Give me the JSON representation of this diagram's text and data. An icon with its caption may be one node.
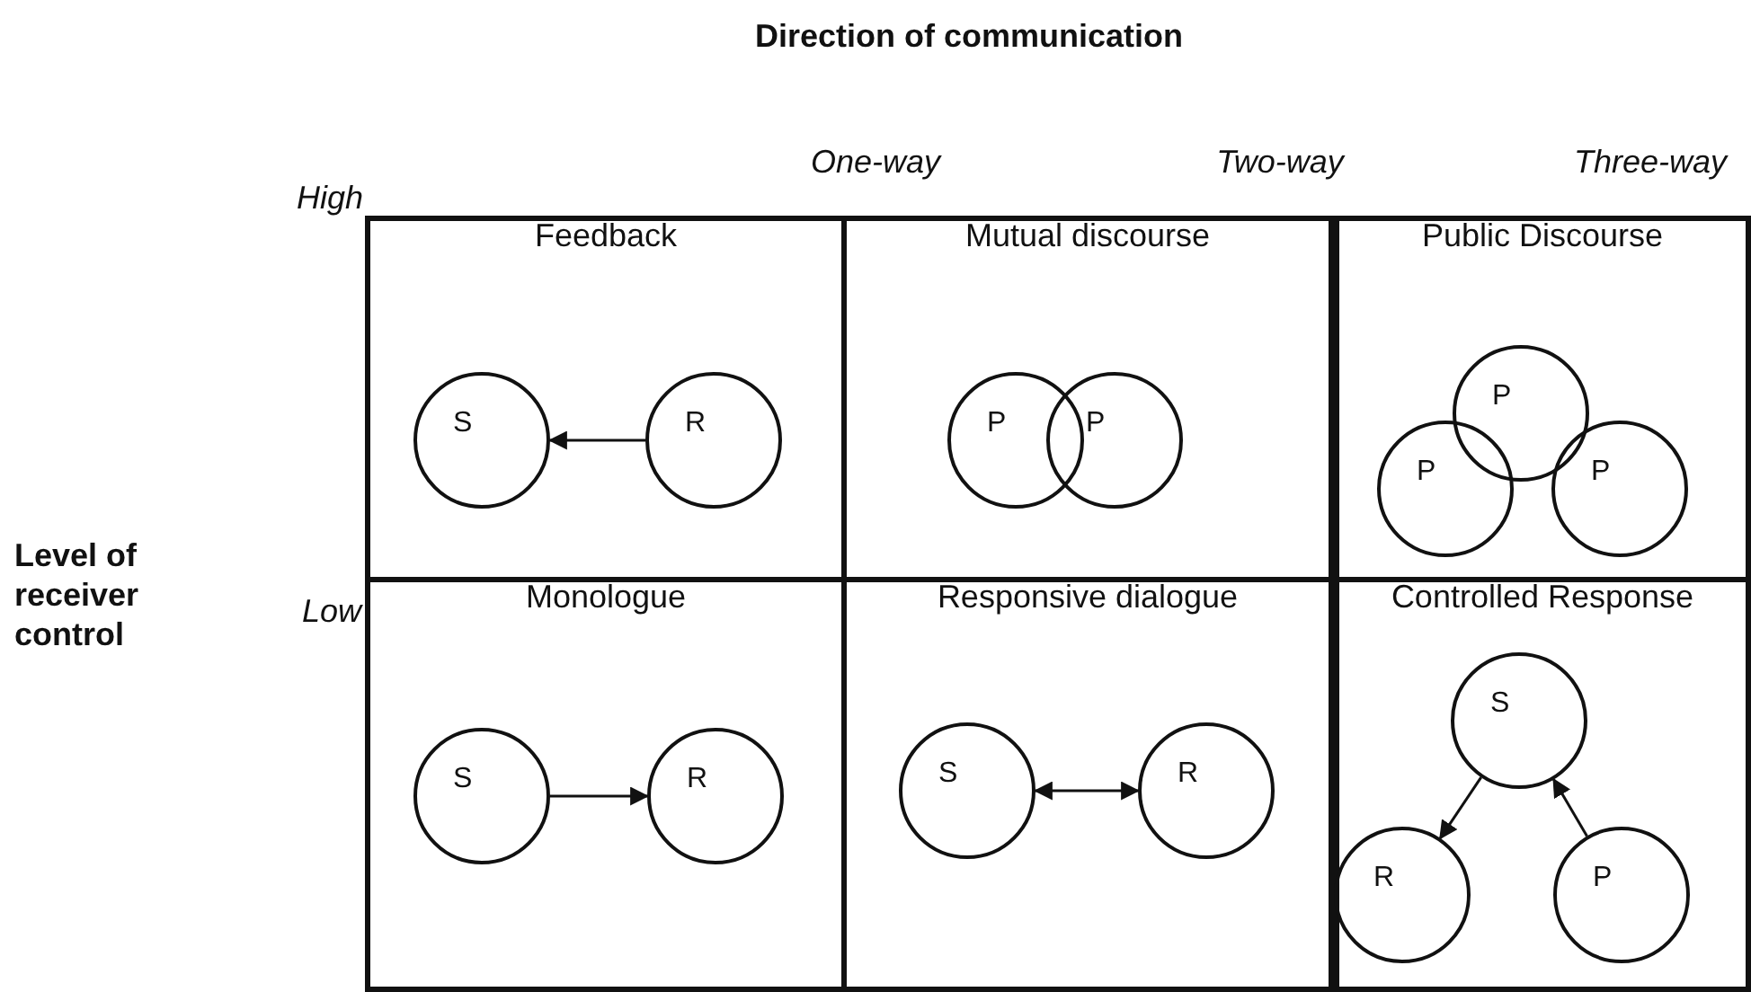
{
  "diagram": {
    "title": "Direction of communication",
    "nodes": [
      {
        "text": [
          "Feedback"
        ]
      },
      {
        "text": [
          "S"
        ],
        "in": 0
      },
      {
        "text": [
          "R"
        ],
        "in": 0
      },
      {
        "text": [
          "Mutual discourse"
        ]
      },
      {
        "text": [
          "P"
        ],
        "in": 3
      },
      {
        "text": [
          "P"
        ],
        "in": 3
      },
      {
        "text": [
          "Public Discourse"
        ]
      },
      {
        "text": [
          "P"
        ],
        "in": 6
      },
      {
        "text": [
          "P"
        ],
        "in": 6
      },
      {
        "text": [
          "P"
        ],
        "in": 6
      },
      {
        "text": [
          "Monologue"
        ]
      },
      {
        "text": [
          "S"
        ],
        "in": 10
      },
      {
        "text": [
          "R"
        ],
        "in": 10
      },
      {
        "text": [
          "Responsive dialogue"
        ]
      },
      {
        "text": [
          "S"
        ],
        "in": 13
      },
      {
        "text": [
          "R"
        ],
        "in": 13
      },
      {
        "text": [
          "Controlled Response"
        ]
      },
      {
        "text": [
          "S"
        ],
        "in": 16
      },
      {
        "text": [
          "R"
        ],
        "in": 16
      },
      {
        "text": [
          "P"
        ],
        "in": 16
      }
    ],
    "edges": [
      {
        "from": 2,
        "to": 1,
        "arrow": "to"
      },
      {
        "from": 11,
        "to": 12,
        "arrow": "to"
      },
      {
        "from": 14,
        "to": 15,
        "arrow": "both"
      },
      {
        "from": 17,
        "to": 18,
        "arrow": "to"
      },
      {
        "from": 19,
        "to": 17,
        "arrow": "to"
      }
    ],
    "labels": [
      "One-way",
      "Two-way",
      "Three-way",
      "High",
      "Low",
      "Level of receiver control"
    ]
  }
}
